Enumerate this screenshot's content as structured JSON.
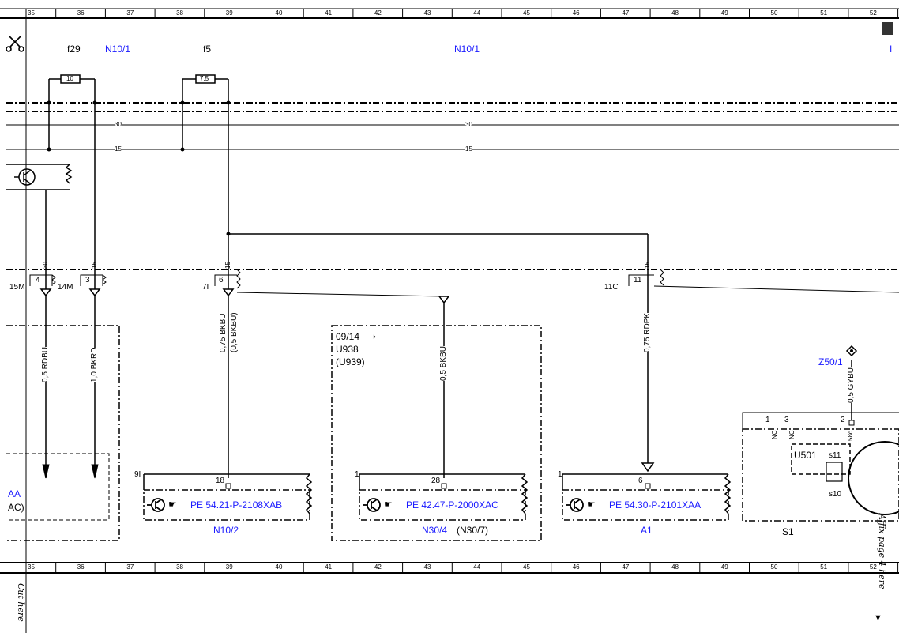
{
  "ruler": {
    "columns": [
      "35",
      "36",
      "37",
      "38",
      "39",
      "40",
      "41",
      "42",
      "43",
      "44",
      "45",
      "46",
      "47",
      "48",
      "49",
      "50",
      "51",
      "52"
    ]
  },
  "top_labels": {
    "f29": "f29",
    "n10_1_left": "N10/1",
    "f5": "f5",
    "n10_1_center": "N10/1",
    "right_edge": "I"
  },
  "fuses": {
    "f29_value": "10",
    "f5_value": "7,5"
  },
  "rails": {
    "r30_left": "30",
    "r30_mid": "30",
    "r15_left": "15",
    "r15_mid": "15"
  },
  "connectors": {
    "c15M": "15M",
    "c14M": "14M",
    "c7I": "7I",
    "c11C": "11C",
    "pin4": "4",
    "pin3": "3",
    "pin6": "6",
    "pin11": "11",
    "p30": "30",
    "p15a": "15",
    "p15b": "15",
    "p15c": "15"
  },
  "wires": {
    "w1": "0,5 RDBU",
    "w2": "1,0 BKRD",
    "w3": "0,75 BKBU",
    "w3b": "(0,5 BKBU)",
    "w4": "0,5 BKBU",
    "w5": "0,75 RDPK",
    "w6": "0,5 GYBU"
  },
  "boxes": {
    "mid_date": "09/14",
    "mid_code1": "U938",
    "mid_code2": "(U939)",
    "left_aa": "AA",
    "left_ac": "AC)"
  },
  "components": {
    "n10_2": {
      "pin_left": "9I",
      "pin": "18",
      "link": "PE 54.21-P-2108XAB",
      "name": "N10/2"
    },
    "n30_4": {
      "pin_left": "1",
      "pin": "28",
      "link": "PE 42.47-P-2000XAC",
      "name": "N30/4",
      "alt": "(N30/7)"
    },
    "a1": {
      "pin_left": "1",
      "pin": "6",
      "link": "PE 54.30-P-2101XAA",
      "name": "A1"
    },
    "s1": {
      "name": "S1",
      "ground": "Z50/1",
      "pin1": "1",
      "pin3": "3",
      "pin2": "2",
      "nc1": "NC",
      "nc2": "NC",
      "p58": "58d",
      "u501": "U501",
      "s11": "s11",
      "s10": "s10"
    }
  },
  "margin_text": {
    "cut_here": "Cut here",
    "affix": "Affix page 4 here"
  },
  "colors": {
    "link_blue": "#1a1aff",
    "line": "#000000"
  }
}
